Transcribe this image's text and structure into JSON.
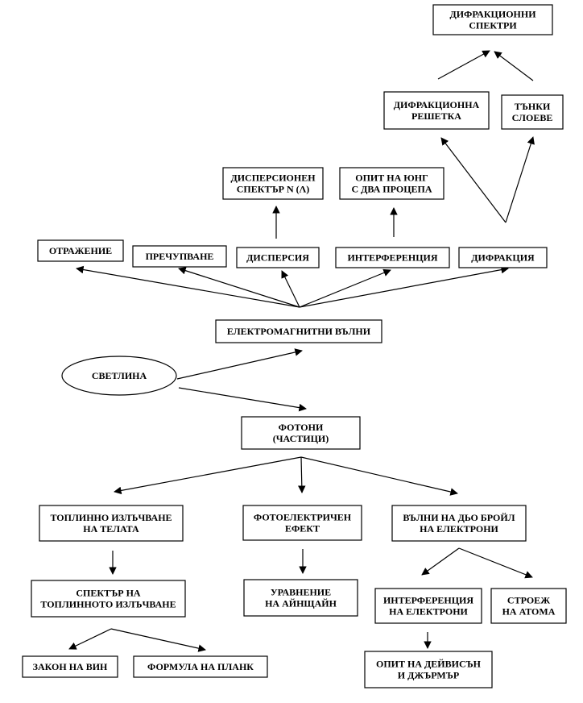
{
  "nodes": {
    "difr_spectra": [
      "ДИФРАКЦИОННИ",
      "СПЕКТРИ"
    ],
    "difr_grating": [
      "ДИФРАКЦИОННА",
      "РЕШЕТКА"
    ],
    "thin_films": [
      "ТЪНКИ",
      "СЛОЕВЕ"
    ],
    "disp_spectrum": [
      "ДИСПЕРСИОНЕН",
      "СПЕКТЪР N (Λ)"
    ],
    "young": [
      "ОПИТ НА ЮНГ",
      "С ДВА ПРОЦЕПА"
    ],
    "reflection": [
      "ОТРАЖЕНИЕ"
    ],
    "refraction": [
      "ПРЕЧУПВАНЕ"
    ],
    "dispersion": [
      "ДИСПЕРСИЯ"
    ],
    "interference": [
      "ИНТЕРФЕРЕНЦИЯ"
    ],
    "diffraction": [
      "ДИФРАКЦИЯ"
    ],
    "em_waves": [
      "ЕЛЕКТРОМАГНИТНИ ВЪЛНИ"
    ],
    "light": [
      "СВЕТЛИНА"
    ],
    "photons": [
      "ФОТОНИ",
      "(ЧАСТИЦИ)"
    ],
    "thermal_radiation": [
      "ТОПЛИННО ИЗЛЪЧВАНЕ",
      "НА ТЕЛАТА"
    ],
    "photoelectric": [
      "ФОТОЕЛЕКТРИЧЕН",
      "ЕФЕКТ"
    ],
    "de_broglie": [
      "ВЪЛНИ НА ДЬО БРОЙЛ",
      "НА ЕЛЕКТРОНИ"
    ],
    "thermal_spectrum": [
      "СПЕКТЪР НА",
      "ТОПЛИННОТО ИЗЛЪЧВАНЕ"
    ],
    "einstein": [
      "УРАВНЕНИЕ",
      "НА АЙНЩАЙН"
    ],
    "electron_interference": [
      "ИНТЕРФЕРЕНЦИЯ",
      "НА ЕЛЕКТРОНИ"
    ],
    "atom_structure": [
      "СТРОЕЖ",
      "НА АТОМА"
    ],
    "wien": [
      "ЗАКОН НА ВИН"
    ],
    "planck": [
      "ФОРМУЛА НА ПЛАНК"
    ],
    "davisson": [
      "ОПИТ НА ДЕЙВИСЪН",
      "И ДЖЪРМЪР"
    ]
  },
  "edges": [
    [
      "light",
      "em_waves"
    ],
    [
      "light",
      "photons"
    ],
    [
      "em_waves",
      "reflection"
    ],
    [
      "em_waves",
      "refraction"
    ],
    [
      "em_waves",
      "dispersion"
    ],
    [
      "em_waves",
      "interference"
    ],
    [
      "em_waves",
      "diffraction"
    ],
    [
      "dispersion",
      "disp_spectrum"
    ],
    [
      "interference",
      "young"
    ],
    [
      "diffraction",
      "difr_grating"
    ],
    [
      "diffraction",
      "thin_films"
    ],
    [
      "difr_grating",
      "difr_spectra"
    ],
    [
      "thin_films",
      "difr_spectra"
    ],
    [
      "photons",
      "thermal_radiation"
    ],
    [
      "photons",
      "photoelectric"
    ],
    [
      "photons",
      "de_broglie"
    ],
    [
      "thermal_radiation",
      "thermal_spectrum"
    ],
    [
      "thermal_spectrum",
      "wien"
    ],
    [
      "thermal_spectrum",
      "planck"
    ],
    [
      "photoelectric",
      "einstein"
    ],
    [
      "de_broglie",
      "electron_interference"
    ],
    [
      "de_broglie",
      "atom_structure"
    ],
    [
      "electron_interference",
      "davisson"
    ]
  ]
}
